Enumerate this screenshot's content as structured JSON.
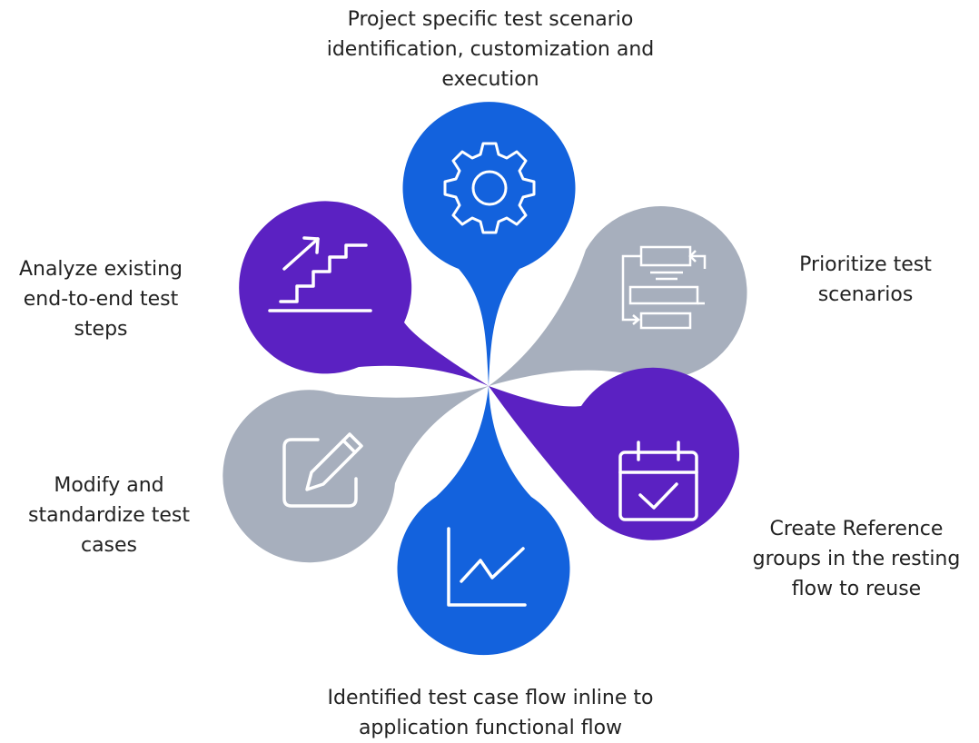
{
  "colors": {
    "blue": "#1362DD",
    "purple": "#5B21C2",
    "gray": "#A7AFBD",
    "icon": "#FFFFFF"
  },
  "petals": [
    {
      "id": "top",
      "color": "blue",
      "icon": "gear-icon",
      "label": [
        "Project specific test scenario",
        "identification, customization and",
        "execution"
      ]
    },
    {
      "id": "upper-right",
      "color": "gray",
      "icon": "flowchart-icon",
      "label": [
        "Prioritize test",
        "scenarios"
      ]
    },
    {
      "id": "lower-right",
      "color": "purple",
      "icon": "calendar-check-icon",
      "label": [
        "Create Reference",
        "groups in the resting",
        "flow to reuse"
      ]
    },
    {
      "id": "bottom",
      "color": "blue",
      "icon": "line-chart-icon",
      "label": [
        "Identified test case flow inline to",
        "application functional flow"
      ]
    },
    {
      "id": "lower-left",
      "color": "gray",
      "icon": "edit-icon",
      "label": [
        "Modify and",
        "standardize test",
        "cases"
      ]
    },
    {
      "id": "upper-left",
      "color": "purple",
      "icon": "stairs-arrow-icon",
      "label": [
        "Analyze existing",
        "end-to-end test",
        "steps"
      ]
    }
  ]
}
